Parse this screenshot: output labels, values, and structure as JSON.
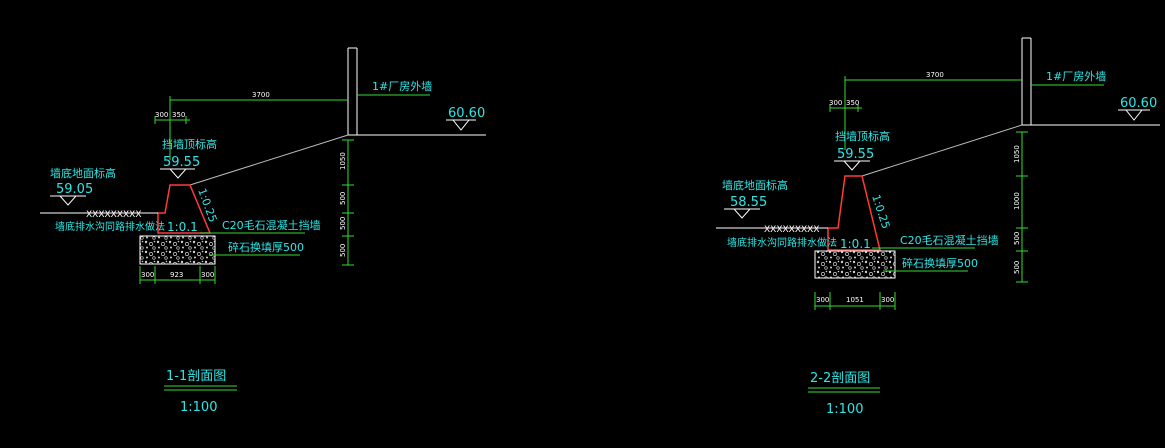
{
  "colors": {
    "background": "#000000",
    "dimension": "#33dd33",
    "text": "#2ee6e6",
    "wall": "#ff3b3b",
    "outline": "#ffffff",
    "slope": "#bbbbbb"
  },
  "section1": {
    "building_wall_label": "1#厂房外墙",
    "grade_elevation": "60.60",
    "dim_top_total": "3700",
    "dim_top_a": "300",
    "dim_top_b": "350",
    "wall_top_label": "挡墙顶标高",
    "wall_top_elevation": "59.55",
    "ground_label": "墙底地面标高",
    "ground_elevation": "59.05",
    "slope_ratio": "1:0.25",
    "base_ratio": "1:0.1",
    "drain_note": "墙底排水沟同路排水做法",
    "wall_material": "C20毛石混凝土挡墙",
    "gravel_note": "碎石换填厚500",
    "dim_right": [
      "1050",
      "500",
      "500",
      "500"
    ],
    "dim_bottom": [
      "300",
      "923",
      "300"
    ],
    "title": "1-1剖面图",
    "scale": "1:100"
  },
  "section2": {
    "building_wall_label": "1#厂房外墙",
    "grade_elevation": "60.60",
    "dim_top_total": "3700",
    "dim_top_a": "300",
    "dim_top_b": "350",
    "wall_top_label": "挡墙顶标高",
    "wall_top_elevation": "59.55",
    "ground_label": "墙底地面标高",
    "ground_elevation": "58.55",
    "slope_ratio": "1:0.25",
    "base_ratio": "1:0.1",
    "drain_note": "墙底排水沟同路排水做法",
    "wall_material": "C20毛石混凝土挡墙",
    "gravel_note": "碎石换填厚500",
    "dim_right": [
      "1050",
      "1000",
      "500",
      "500"
    ],
    "dim_bottom": [
      "300",
      "1051",
      "300"
    ],
    "title": "2-2剖面图",
    "scale": "1:100"
  }
}
